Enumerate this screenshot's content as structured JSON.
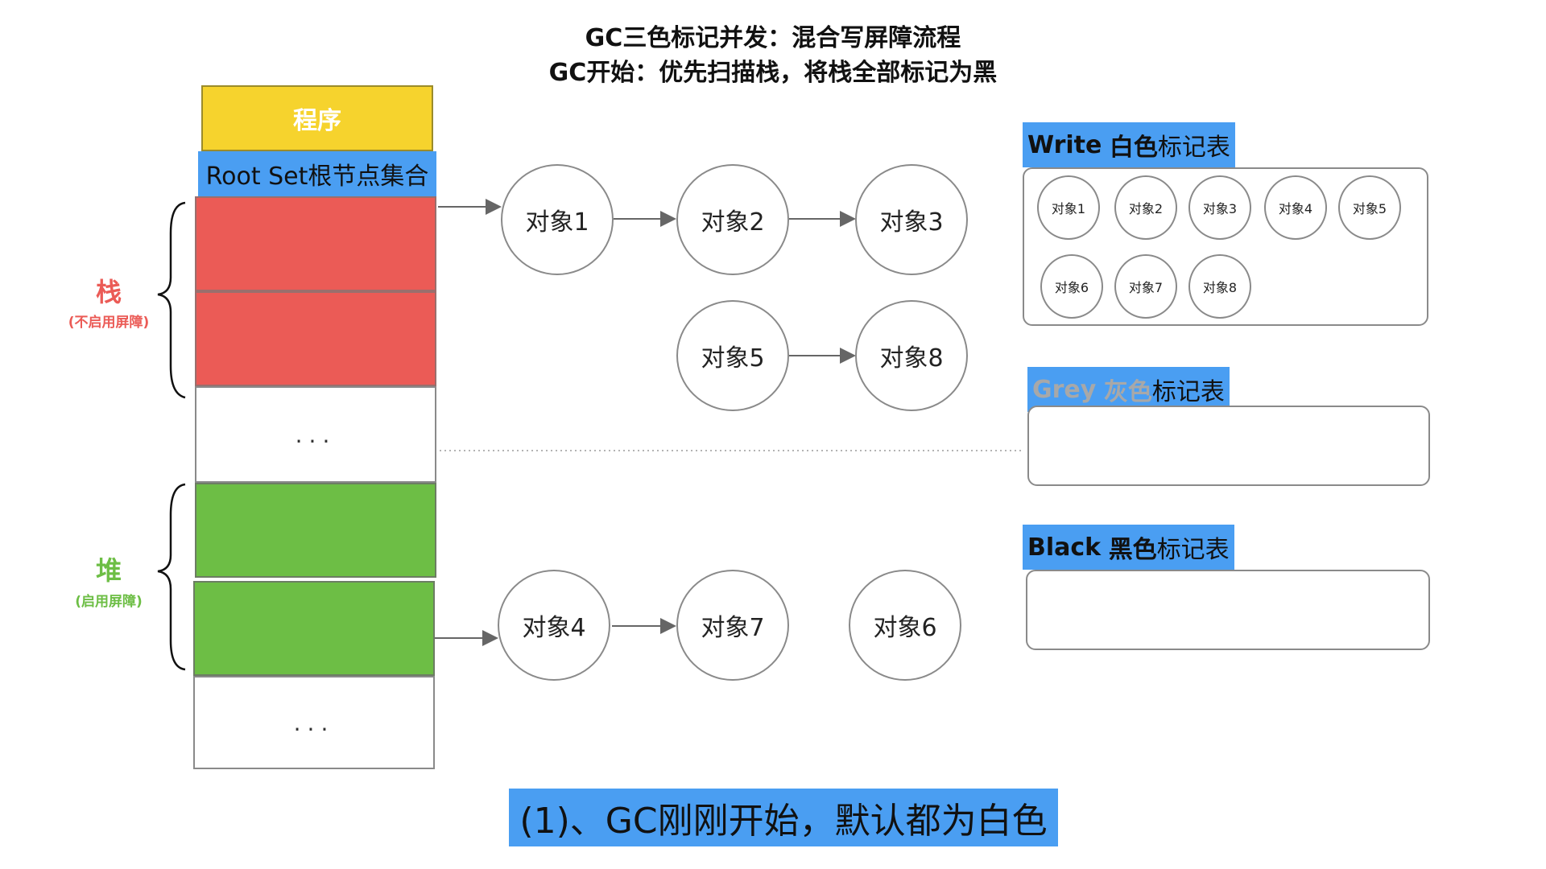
{
  "title": {
    "line1": "GC三色标记并发：混合写屏障流程",
    "line2": "GC开始：优先扫描栈，将栈全部标记为黑"
  },
  "program": {
    "label": "程序"
  },
  "root_set": {
    "label": "Root Set根节点集合"
  },
  "stack_region": {
    "dots": "...",
    "label": "栈",
    "sublabel": "(不启用屏障)",
    "color": "#eb5b56"
  },
  "heap_region": {
    "dots": "...",
    "label": "堆",
    "sublabel": "(启用屏障)",
    "color": "#6dbe45"
  },
  "objects": {
    "obj1": "对象1",
    "obj2": "对象2",
    "obj3": "对象3",
    "obj5": "对象5",
    "obj8": "对象8",
    "obj4": "对象4",
    "obj7": "对象7",
    "obj6": "对象6"
  },
  "tables": {
    "white": {
      "name": "Write",
      "color_word": "白色",
      "suffix": "标记表",
      "items": [
        "对象1",
        "对象2",
        "对象3",
        "对象4",
        "对象5",
        "对象6",
        "对象7",
        "对象8"
      ]
    },
    "grey": {
      "name": "Grey",
      "color_word": "灰色",
      "suffix": "标记表",
      "name_color": "#a8a8a8"
    },
    "black": {
      "name": "Black",
      "color_word": "黑色",
      "suffix": "标记表"
    }
  },
  "caption": "(1)、GC刚刚开始，默认都为白色"
}
